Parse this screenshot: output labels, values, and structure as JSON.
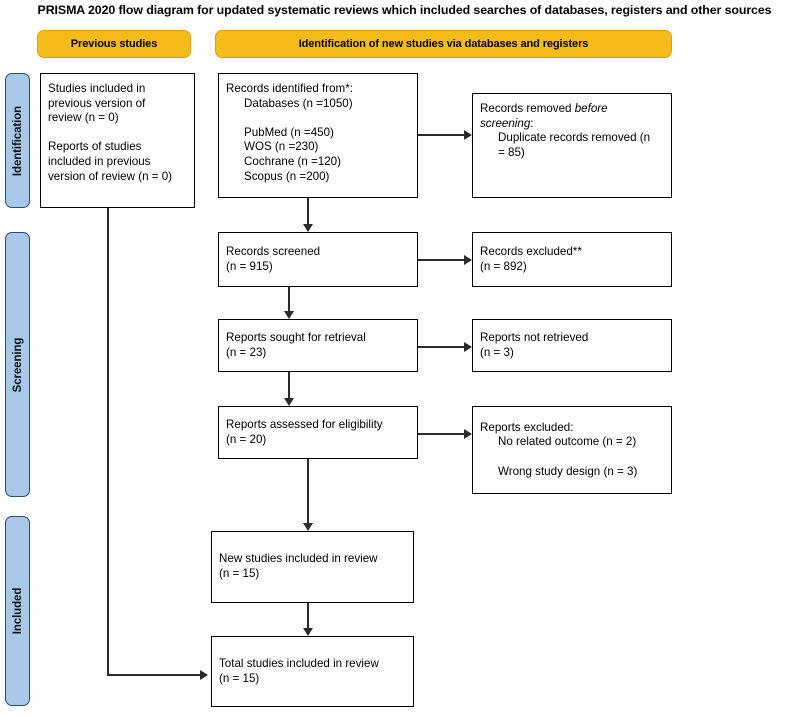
{
  "title": "PRISMA 2020 flow diagram for updated systematic reviews which included searches of databases, registers and other sources",
  "headers": {
    "previous": "Previous studies",
    "identification": "Identification of new studies via databases and registers"
  },
  "stages": {
    "identification": "Identification",
    "screening": "Screening",
    "included": "Included"
  },
  "boxes": {
    "previous_studies": {
      "line1": "Studies included in",
      "line2": "previous version of",
      "line3": "review (n = 0)",
      "line4": "Reports of studies",
      "line5": "included in previous",
      "line6": "version of review (n = 0)"
    },
    "records_identified": {
      "heading": "Records identified from*:",
      "databases": "Databases (n =1050)",
      "pubmed": "PubMed (n =450)",
      "wos": "WOS (n =230)",
      "cochrane": "Cochrane (n =120)",
      "scopus": "Scopus (n =200)"
    },
    "records_removed": {
      "line1a": "Records removed ",
      "line1b": "before",
      "line2a": "screening",
      "line2b": ":",
      "line3": "Duplicate records removed (n",
      "line4": "= 85)"
    },
    "records_screened": {
      "label": "Records screened",
      "count": "(n = 915)"
    },
    "records_excluded": {
      "label": "Records excluded**",
      "count": "(n = 892)"
    },
    "reports_sought": {
      "label": "Reports sought for retrieval",
      "count": "(n = 23)"
    },
    "reports_not_retrieved": {
      "label": "Reports not retrieved",
      "count": "(n = 3)"
    },
    "reports_assessed": {
      "label": "Reports assessed for eligibility",
      "count": "(n = 20)"
    },
    "reports_excluded": {
      "heading": "Reports excluded:",
      "reason1": "No related outcome (n = 2)",
      "reason2": "Wrong study design (n = 3)"
    },
    "new_studies": {
      "label": "New studies included in review",
      "count": "(n = 15)"
    },
    "total_studies": {
      "label": "Total studies included in review",
      "count": "(n = 15)"
    }
  },
  "colors": {
    "header_fill": "#F5BB18",
    "side_fill": "#A7C8E8",
    "side_border": "#2E4D6B",
    "box_border": "#000000",
    "connector": "#2B2B2B"
  }
}
